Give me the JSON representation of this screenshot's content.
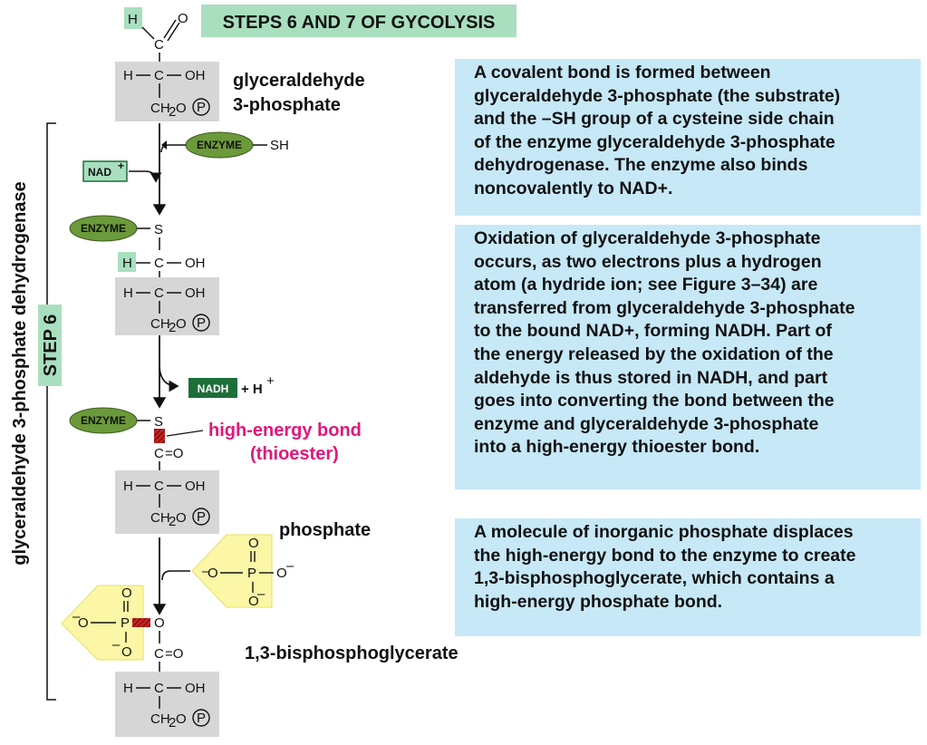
{
  "title": "STEPS 6 AND 7 OF GYCOLYSIS",
  "colors": {
    "title_bg": "#a9dfbf",
    "box_bg": "#c6e8f7",
    "enzyme_fill": "#6b9a3a",
    "highlight_h": "#a9dfbf",
    "gray_block": "#d6d6d6",
    "phosphate_yellow": "#fbf7a6",
    "nadh_fill": "#1e6e3a",
    "magenta": "#e0187a",
    "bond_red": "#cc1f1f"
  },
  "labels": {
    "glyceraldehyde_line1": "glyceraldehyde",
    "glyceraldehyde_line2": "3-phosphate",
    "high_energy_bond_line1": "high-energy bond",
    "high_energy_bond_line2": "(thioester)",
    "phosphate": "phosphate",
    "bisphosphoglycerate": "1,3-bisphosphoglycerate",
    "enzyme_vertical": "glyceraldehyde 3-phosphate dehydrogenase",
    "step": "STEP 6"
  },
  "reagents": {
    "enzyme": "ENZYME",
    "sh": "SH",
    "nad": "NAD",
    "nad_charge": "+",
    "nadh": "NADH",
    "plus_h": "+ H",
    "h_charge": "+"
  },
  "chem": {
    "H": "H",
    "O": "O",
    "C": "C",
    "S": "S",
    "OH": "OH",
    "H_dash": "H",
    "CH2O": "CH",
    "sub2": "2",
    "P": "P",
    "neg_o": "O",
    "minus": "–",
    "double_o": "=O"
  },
  "boxes": [
    "A covalent bond is formed between\nglyceraldehyde 3-phosphate (the substrate)\nand the –SH group of a cysteine side chain\nof the enzyme glyceraldehyde 3-phosphate\ndehydrogenase. The enzyme also binds\nnoncovalently to NAD+.",
    "Oxidation of glyceraldehyde 3-phosphate\noccurs, as two electrons plus a hydrogen\natom (a hydride ion; see Figure 3–34) are\ntransferred from glyceraldehyde 3-phosphate\nto the bound NAD+, forming NADH. Part of\nthe energy released by the oxidation of the\naldehyde is thus stored in NADH, and part\ngoes into converting the bond between the\nenzyme and glyceraldehyde 3-phosphate\ninto a high-energy thioester bond.",
    "A molecule of inorganic phosphate displaces\nthe high-energy bond to the enzyme to create\n1,3-bisphosphoglycerate, which contains a\nhigh-energy phosphate bond."
  ]
}
